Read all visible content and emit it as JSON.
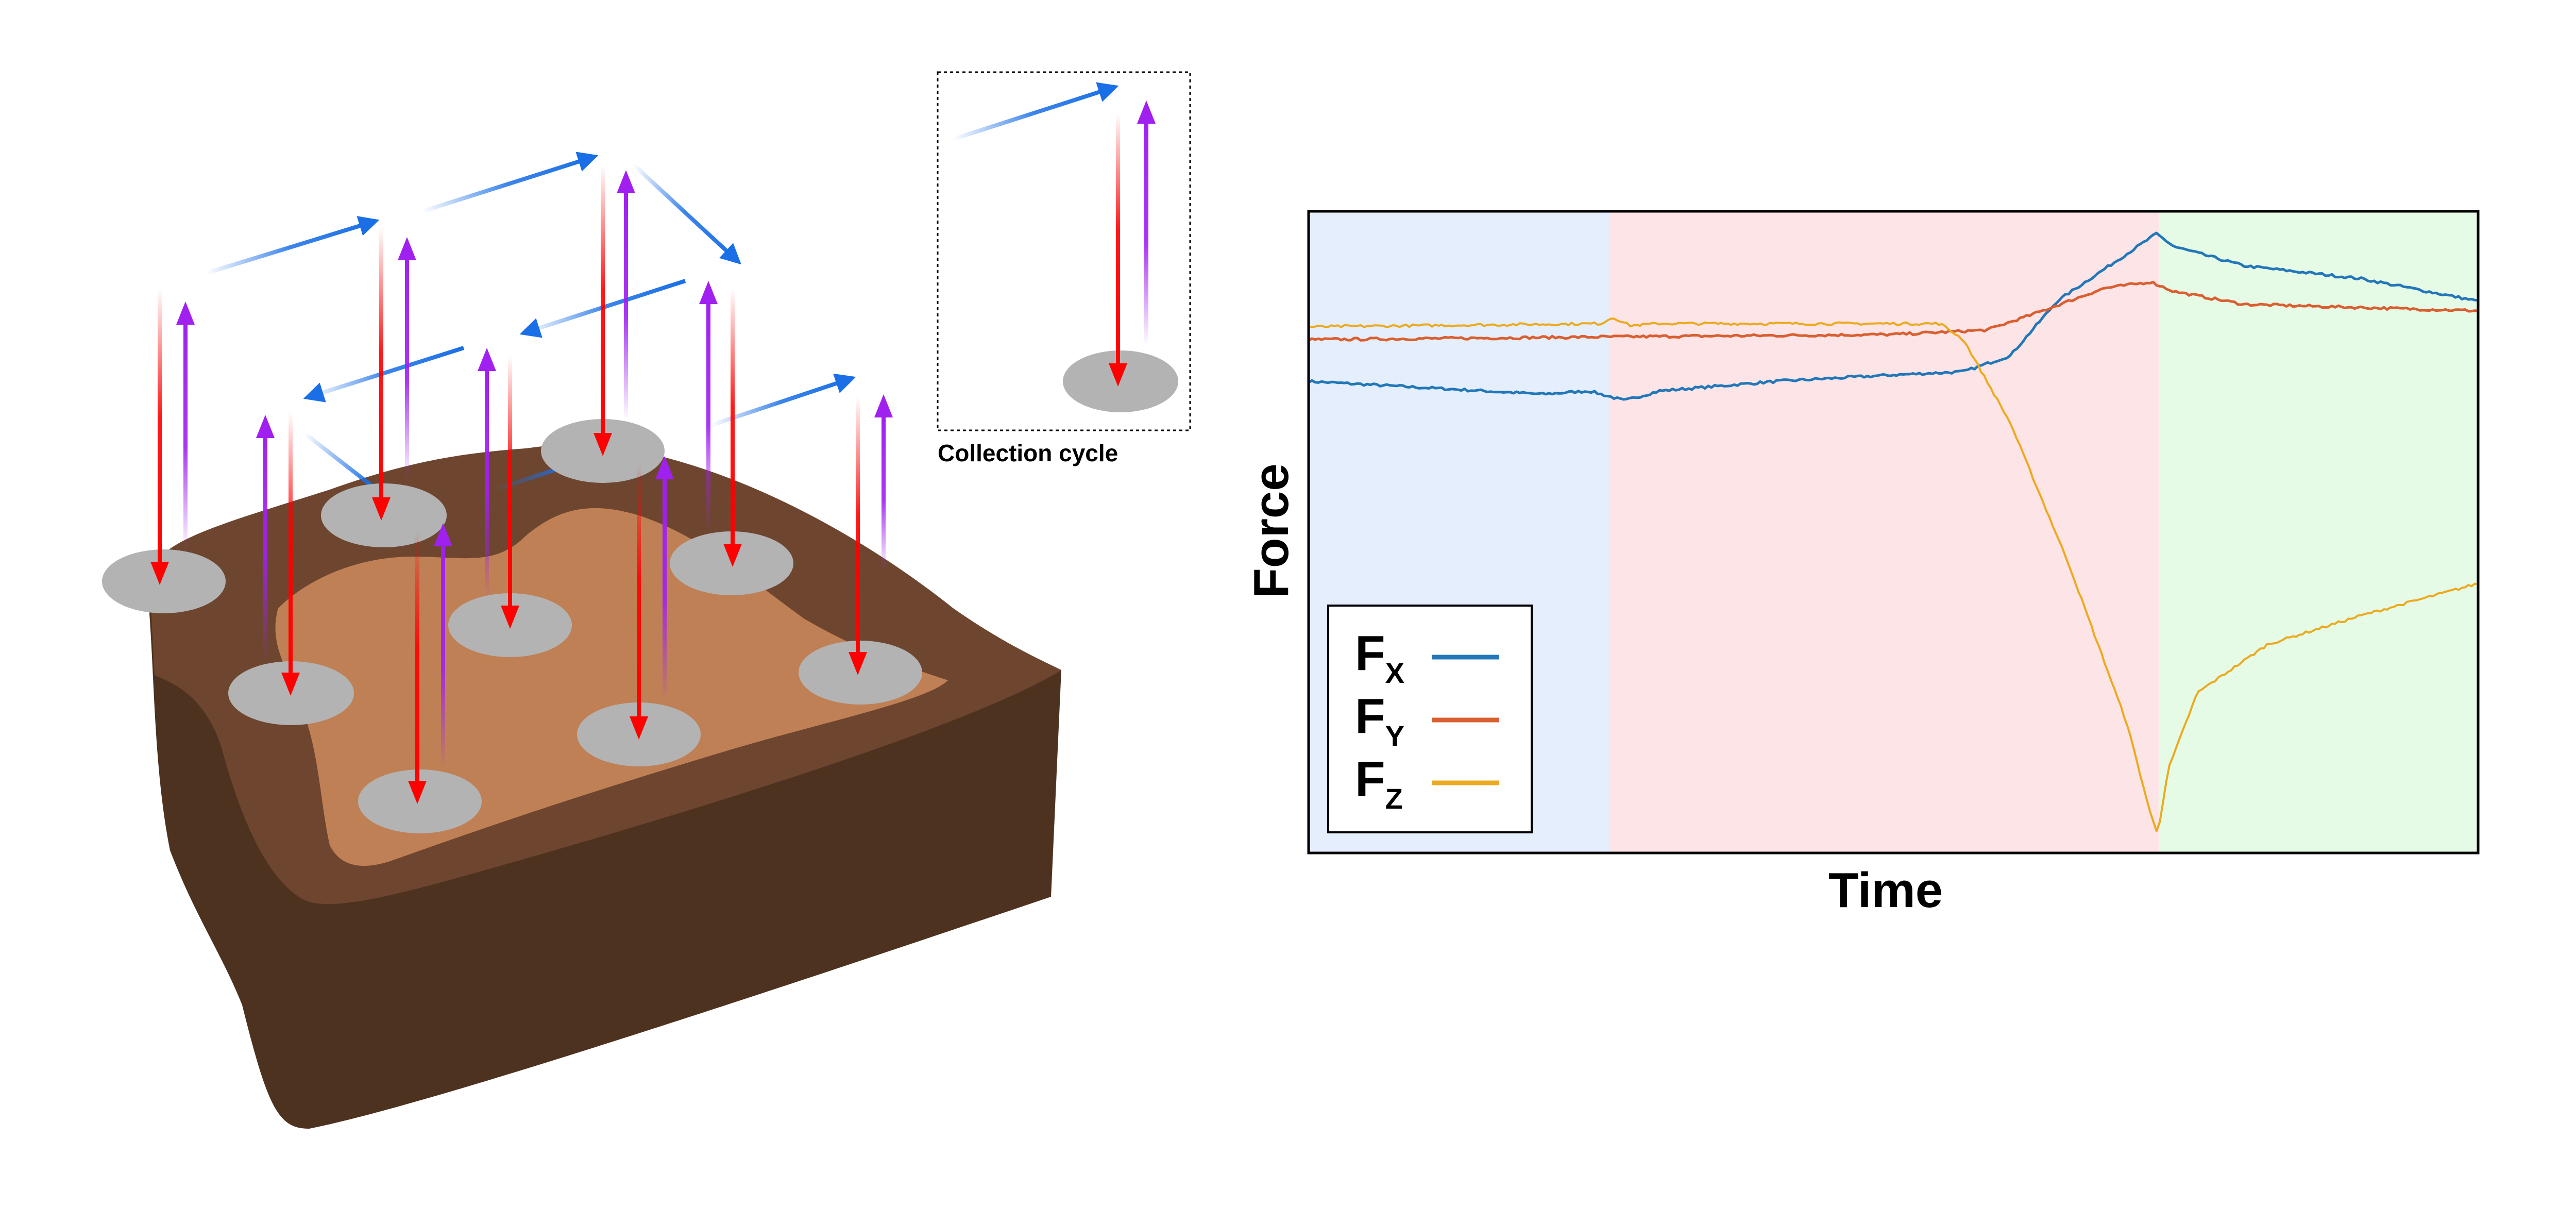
{
  "inset": {
    "caption": "Collection cycle"
  },
  "colors": {
    "soil_dark": "#4E3220",
    "soil_mid": "#6E4630",
    "soil_light": "#C08055",
    "contact": "#B3B3B3",
    "down_arrow": "#FF0000",
    "up_arrow": "#A020F0",
    "move_arrow": "#1A6FE6",
    "phase1_bg": "#E4EEFC",
    "phase2_bg": "#FDE4E6",
    "phase3_bg": "#E6FBE6"
  },
  "chart_data": {
    "type": "line",
    "xlabel": "Time",
    "ylabel": "Force",
    "x_ticks_shown": false,
    "y_ticks_shown": false,
    "legend_position": "lower-left",
    "phases": [
      {
        "name": "",
        "x_range": [
          0,
          0.257
        ],
        "color": "#E4EEFC"
      },
      {
        "name": "",
        "x_range": [
          0.257,
          0.727
        ],
        "color": "#FDE4E6"
      },
      {
        "name": "",
        "x_range": [
          0.727,
          1.0
        ],
        "color": "#E6FBE6"
      }
    ],
    "x_range": [
      0,
      1
    ],
    "y_range": [
      0,
      1
    ],
    "series": [
      {
        "name": "F",
        "subscript": "X",
        "color": "#2277B8",
        "points": [
          [
            0,
            0.735
          ],
          [
            0.2,
            0.715
          ],
          [
            0.24,
            0.72
          ],
          [
            0.27,
            0.705
          ],
          [
            0.3,
            0.72
          ],
          [
            0.4,
            0.735
          ],
          [
            0.5,
            0.745
          ],
          [
            0.56,
            0.75
          ],
          [
            0.6,
            0.775
          ],
          [
            0.64,
            0.86
          ],
          [
            0.725,
            0.965
          ],
          [
            0.74,
            0.945
          ],
          [
            0.8,
            0.915
          ],
          [
            0.9,
            0.895
          ],
          [
            1.0,
            0.86
          ]
        ]
      },
      {
        "name": "F",
        "subscript": "Y",
        "color": "#D95F30",
        "points": [
          [
            0,
            0.8
          ],
          [
            0.3,
            0.805
          ],
          [
            0.5,
            0.808
          ],
          [
            0.58,
            0.815
          ],
          [
            0.62,
            0.84
          ],
          [
            0.68,
            0.88
          ],
          [
            0.72,
            0.89
          ],
          [
            0.74,
            0.875
          ],
          [
            0.8,
            0.855
          ],
          [
            1.0,
            0.845
          ]
        ]
      },
      {
        "name": "F",
        "subscript": "Z",
        "color": "#EBAA20",
        "points": [
          [
            0,
            0.82
          ],
          [
            0.25,
            0.825
          ],
          [
            0.26,
            0.835
          ],
          [
            0.275,
            0.822
          ],
          [
            0.3,
            0.825
          ],
          [
            0.54,
            0.825
          ],
          [
            0.56,
            0.8
          ],
          [
            0.6,
            0.67
          ],
          [
            0.65,
            0.45
          ],
          [
            0.7,
            0.2
          ],
          [
            0.72,
            0.06
          ],
          [
            0.726,
            0.03
          ],
          [
            0.735,
            0.13
          ],
          [
            0.76,
            0.25
          ],
          [
            0.82,
            0.325
          ],
          [
            0.9,
            0.37
          ],
          [
            1.0,
            0.42
          ]
        ]
      }
    ]
  }
}
